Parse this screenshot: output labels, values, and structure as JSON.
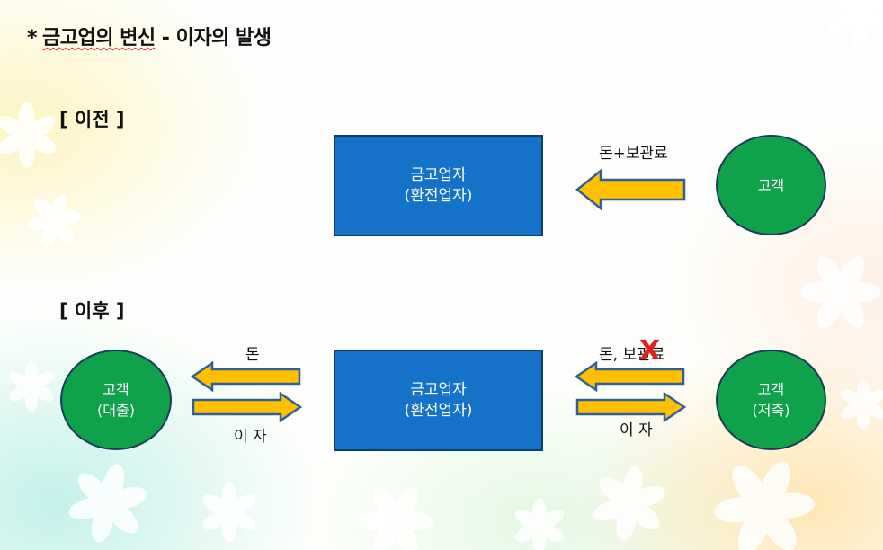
{
  "title": {
    "star": "*",
    "main": "금고업의 변신",
    "rest": " - 이자의 발생"
  },
  "before": {
    "label": "[ 이전 ]",
    "banker": {
      "line1": "금고업자",
      "line2": "(환전업자)"
    },
    "customer": {
      "line1": "고객"
    },
    "arrow_label": "돈+보관료"
  },
  "after": {
    "label": "[ 이후 ]",
    "banker": {
      "line1": "금고업자",
      "line2": "(환전업자)"
    },
    "borrower": {
      "line1": "고객",
      "line2": "(대출)"
    },
    "saver": {
      "line1": "고객",
      "line2": "(저축)"
    },
    "left_top_label": "돈",
    "left_bottom_label": "이 자",
    "right_top_label": "돈, 보관료",
    "right_bottom_label": "이 자",
    "cross_mark": "X"
  },
  "colors": {
    "box_fill": "#1473c8",
    "circle_fill": "#0fa24a",
    "arrow_fill": "#ffc000",
    "arrow_stroke": "#2e5f9a",
    "cross": "#e0201c"
  }
}
